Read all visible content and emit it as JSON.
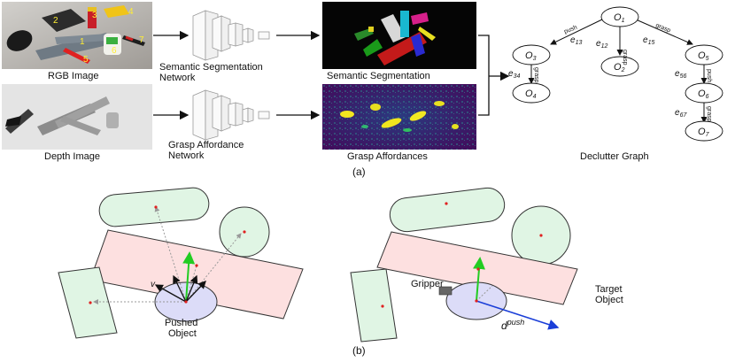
{
  "part_a": {
    "rgb_label": "RGB Image",
    "depth_label": "Depth Image",
    "seg_net_label_1": "Semantic Segmentation",
    "seg_net_label_2": "Network",
    "grasp_net_label_1": "Grasp Affordance",
    "grasp_net_label_2": "Network",
    "seg_output_label": "Semantic Segmentation",
    "grasp_output_label": "Grasp Affordances",
    "graph_label": "Declutter Graph",
    "caption": "(a)",
    "object_numbers": [
      "1",
      "2",
      "3",
      "4",
      "5",
      "6",
      "7"
    ],
    "graph": {
      "nodes": [
        "O1",
        "O2",
        "O3",
        "O4",
        "O5",
        "O6",
        "O7"
      ],
      "node_subscripts": [
        "1",
        "2",
        "3",
        "4",
        "5",
        "6",
        "7"
      ],
      "edges": [
        {
          "from": "O1",
          "to": "O3",
          "action": "push",
          "label": "e13"
        },
        {
          "from": "O1",
          "to": "O2",
          "action": "grasp",
          "label": "e12"
        },
        {
          "from": "O1",
          "to": "O5",
          "action": "grasp",
          "label": "e15"
        },
        {
          "from": "O3",
          "to": "O4",
          "action": "grasp",
          "label": "e34"
        },
        {
          "from": "O5",
          "to": "O6",
          "action": "push",
          "label": "e56"
        },
        {
          "from": "O6",
          "to": "O7",
          "action": "grasp",
          "label": "e67"
        }
      ]
    }
  },
  "part_b": {
    "caption": "(b)",
    "pushed_object_1": "Pushed",
    "pushed_object_2": "Object",
    "vector_v": "v",
    "gripper": "Gripper",
    "target_object_1": "Target",
    "target_object_2": "Object",
    "push_vector": "d",
    "push_superscript": "push"
  },
  "colors": {
    "pink_block": "#fde0e0",
    "green_block": "#e0f5e4",
    "blue_circle": "#dcdcf8",
    "green_arrow": "#22cc22",
    "blue_arrow": "#1a3ed8",
    "yellow_label": "#ffee33"
  }
}
